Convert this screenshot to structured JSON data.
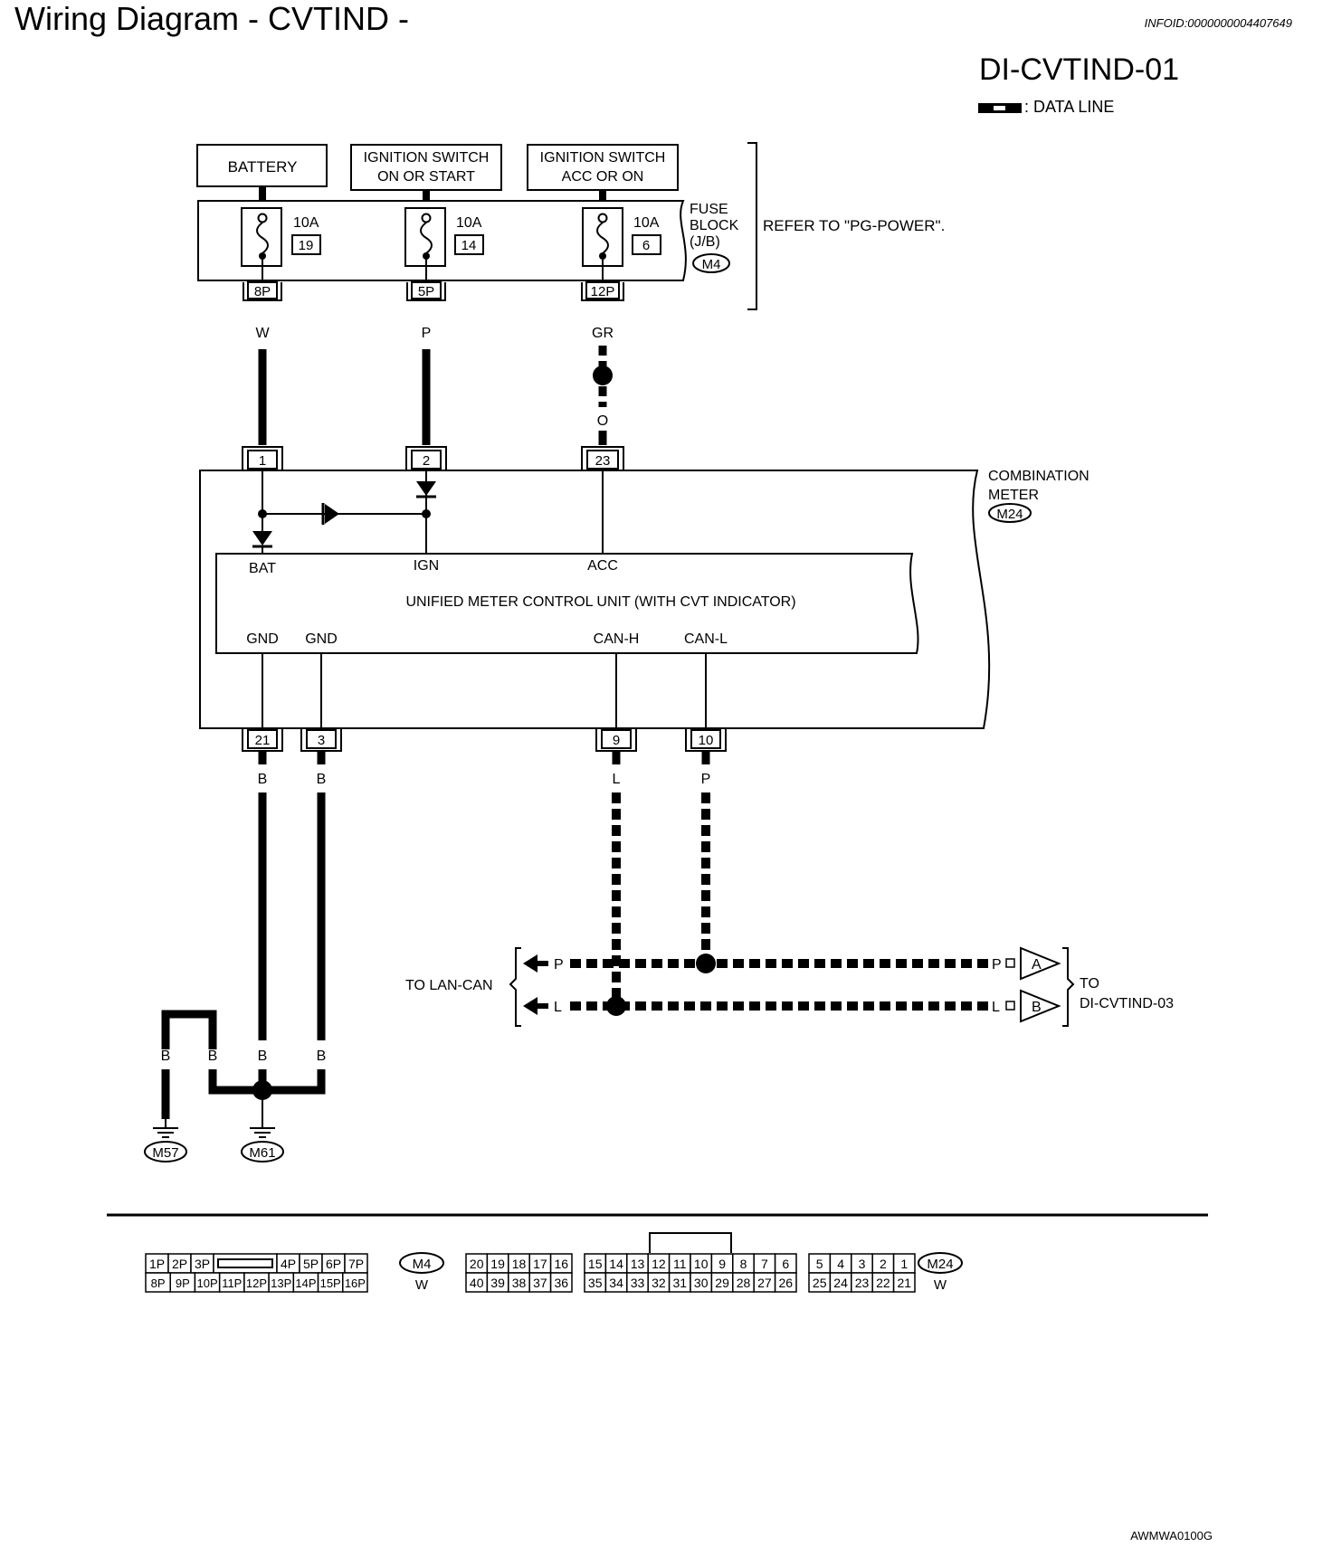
{
  "header": {
    "title": "Wiring Diagram - CVTIND -",
    "info_id": "INFOID:0000000004407649"
  },
  "diagram": {
    "code": "DI-CVTIND-01",
    "legend_label": ": DATA LINE",
    "ref_note": "REFER TO \"PG-POWER\".",
    "bottom_code": "AWMWA0100G",
    "sources": [
      {
        "line1": "BATTERY",
        "line2": ""
      },
      {
        "line1": "IGNITION SWITCH",
        "line2": "ON OR START"
      },
      {
        "line1": "IGNITION SWITCH",
        "line2": "ACC OR ON"
      }
    ],
    "fuses": [
      {
        "rating": "10A",
        "number": "19",
        "terminal": "8P",
        "wire": "W"
      },
      {
        "rating": "10A",
        "number": "14",
        "terminal": "5P",
        "wire": "P"
      },
      {
        "rating": "10A",
        "number": "6",
        "terminal": "12P",
        "wire": "GR"
      }
    ],
    "fuse_block": {
      "line1": "FUSE",
      "line2": "BLOCK",
      "line3": "(J/B)",
      "connector": "M4"
    },
    "acc_wire_lower": "O",
    "meter": {
      "line1": "COMBINATION",
      "line2": "METER",
      "connector": "M24"
    },
    "meter_top_terminals": [
      "1",
      "2",
      "23"
    ],
    "unit": {
      "name": "UNIFIED METER CONTROL UNIT (WITH CVT INDICATOR)",
      "pins_top": [
        "BAT",
        "IGN",
        "ACC"
      ],
      "pins_bottom": [
        "GND",
        "GND",
        "CAN-H",
        "CAN-L"
      ]
    },
    "meter_bottom_terminals": [
      "21",
      "3",
      "9",
      "10"
    ],
    "bottom_wires": [
      "B",
      "B",
      "L",
      "P"
    ],
    "can": {
      "left_label": "TO LAN-CAN",
      "right_label_1": "TO",
      "right_label_2": "DI-CVTIND-03",
      "p_label": "P",
      "l_label": "L",
      "conn_a": "A",
      "conn_b": "B"
    },
    "ground": {
      "wires": [
        "B",
        "B",
        "B",
        "B"
      ],
      "connectors": [
        "M57",
        "M61"
      ]
    },
    "conn_m4": {
      "row1": [
        "1P",
        "2P",
        "3P",
        "",
        "4P",
        "5P",
        "6P",
        "7P"
      ],
      "row2": [
        "8P",
        "9P",
        "10P",
        "11P",
        "12P",
        "13P",
        "14P",
        "15P",
        "16P"
      ],
      "label": "M4",
      "color": "W"
    },
    "conn_m24": {
      "row1": [
        "20",
        "19",
        "18",
        "17",
        "16",
        "",
        "15",
        "14",
        "13",
        "12",
        "11",
        "10",
        "9",
        "8",
        "7",
        "6",
        "",
        "5",
        "4",
        "3",
        "2",
        "1"
      ],
      "row2": [
        "40",
        "39",
        "38",
        "37",
        "36",
        "",
        "35",
        "34",
        "33",
        "32",
        "31",
        "30",
        "29",
        "28",
        "27",
        "26",
        "",
        "25",
        "24",
        "23",
        "22",
        "21"
      ],
      "label": "M24",
      "color": "W"
    }
  }
}
